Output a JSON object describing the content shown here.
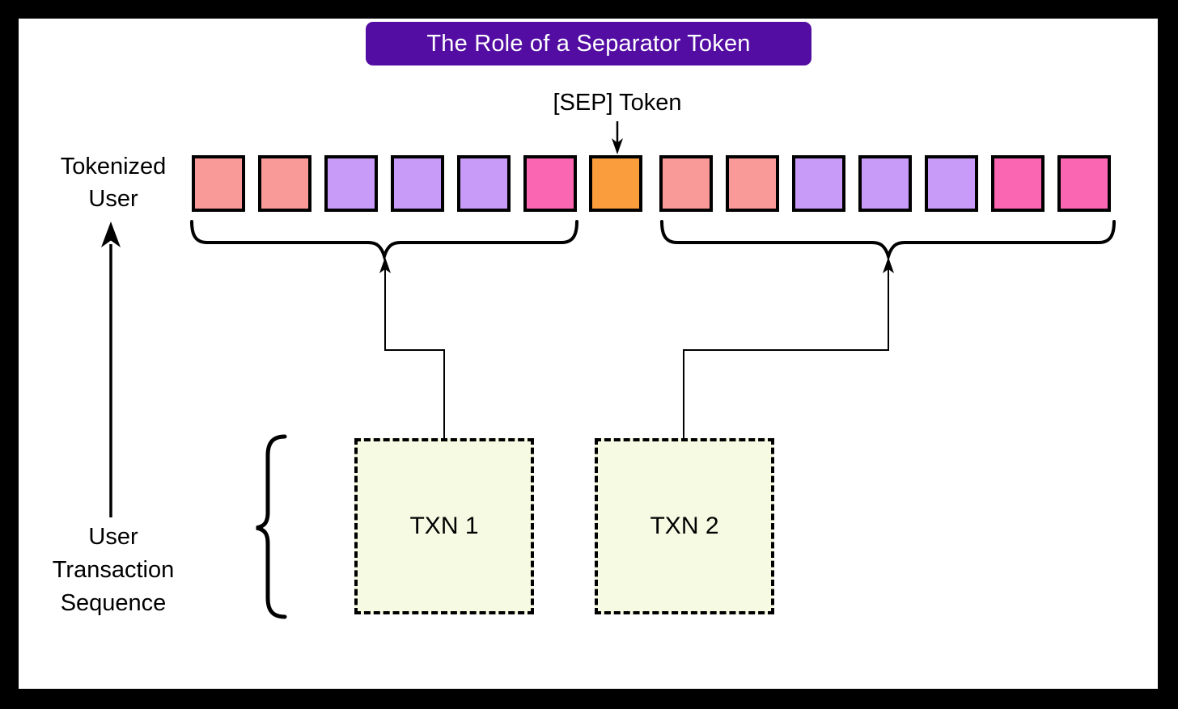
{
  "title": {
    "text": "The Role of a Separator Token",
    "bg": "#530DA3",
    "text_color": "#FFFFFF"
  },
  "sep_label": {
    "text": "[SEP] Token"
  },
  "tokenized_user_label": {
    "line1": "Tokenized",
    "line2": "User"
  },
  "sequence_label": {
    "line1": "User",
    "line2": "Transaction",
    "line3": "Sequence"
  },
  "txn_boxes": {
    "box1_label": "TXN 1",
    "box2_label": "TXN 2",
    "fill": "#F6FAE2",
    "border": "#000000"
  },
  "token_palette": {
    "salmon": "#FA9A98",
    "purple": "#C79BF7",
    "magenta": "#FB66B3",
    "orange": "#F99D3D",
    "border": "#000000"
  },
  "token_sequence": [
    "salmon",
    "salmon",
    "purple",
    "purple",
    "purple",
    "magenta",
    "orange",
    "salmon",
    "salmon",
    "purple",
    "purple",
    "purple",
    "magenta",
    "magenta"
  ],
  "sep_token_index": 6,
  "connector_color": "#000000",
  "canvas_bg": "#FFFFFF",
  "frame_bg": "#000000"
}
